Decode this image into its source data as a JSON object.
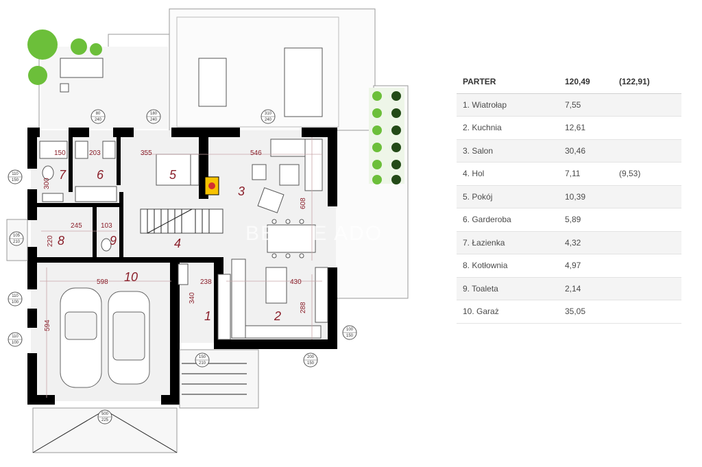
{
  "watermark": "BEDZIE ADO",
  "plan": {
    "rooms": [
      {
        "num": "1"
      },
      {
        "num": "2"
      },
      {
        "num": "3"
      },
      {
        "num": "4"
      },
      {
        "num": "5"
      },
      {
        "num": "6"
      },
      {
        "num": "7"
      },
      {
        "num": "8"
      },
      {
        "num": "9"
      },
      {
        "num": "10"
      }
    ],
    "dimensions": [
      "150",
      "203",
      "355",
      "546",
      "300",
      "608",
      "245",
      "103",
      "220",
      "598",
      "238",
      "430",
      "340",
      "288",
      "594"
    ],
    "window_tags": [
      {
        "top": "80",
        "bottom": "240"
      },
      {
        "top": "180",
        "bottom": "240"
      },
      {
        "top": "310",
        "bottom": "240"
      },
      {
        "top": "110",
        "bottom": "150"
      },
      {
        "top": "105",
        "bottom": "210"
      },
      {
        "top": "110",
        "bottom": "100"
      },
      {
        "top": "110",
        "bottom": "100"
      },
      {
        "top": "150",
        "bottom": "210"
      },
      {
        "top": "200",
        "bottom": "150"
      },
      {
        "top": "100",
        "bottom": "150"
      },
      {
        "top": "500",
        "bottom": "225"
      }
    ]
  },
  "table": {
    "header": {
      "name": "PARTER",
      "area": "120,49",
      "alt": "(122,91)"
    },
    "rows": [
      {
        "name": "1. Wiatrołap",
        "area": "7,55",
        "alt": ""
      },
      {
        "name": "2. Kuchnia",
        "area": "12,61",
        "alt": ""
      },
      {
        "name": "3. Salon",
        "area": "30,46",
        "alt": ""
      },
      {
        "name": "4. Hol",
        "area": "7,11",
        "alt": "(9,53)"
      },
      {
        "name": "5. Pokój",
        "area": "10,39",
        "alt": ""
      },
      {
        "name": "6. Garderoba",
        "area": "5,89",
        "alt": ""
      },
      {
        "name": "7. Łazienka",
        "area": "4,32",
        "alt": ""
      },
      {
        "name": "8. Kotłownia",
        "area": "4,97",
        "alt": ""
      },
      {
        "name": "9. Toaleta",
        "area": "2,14",
        "alt": ""
      },
      {
        "name": "10. Garaż",
        "area": "35,05",
        "alt": ""
      }
    ]
  },
  "colors": {
    "wall": "#000000",
    "accent": "#8a1f2a",
    "plant": "#6cbf3a"
  }
}
